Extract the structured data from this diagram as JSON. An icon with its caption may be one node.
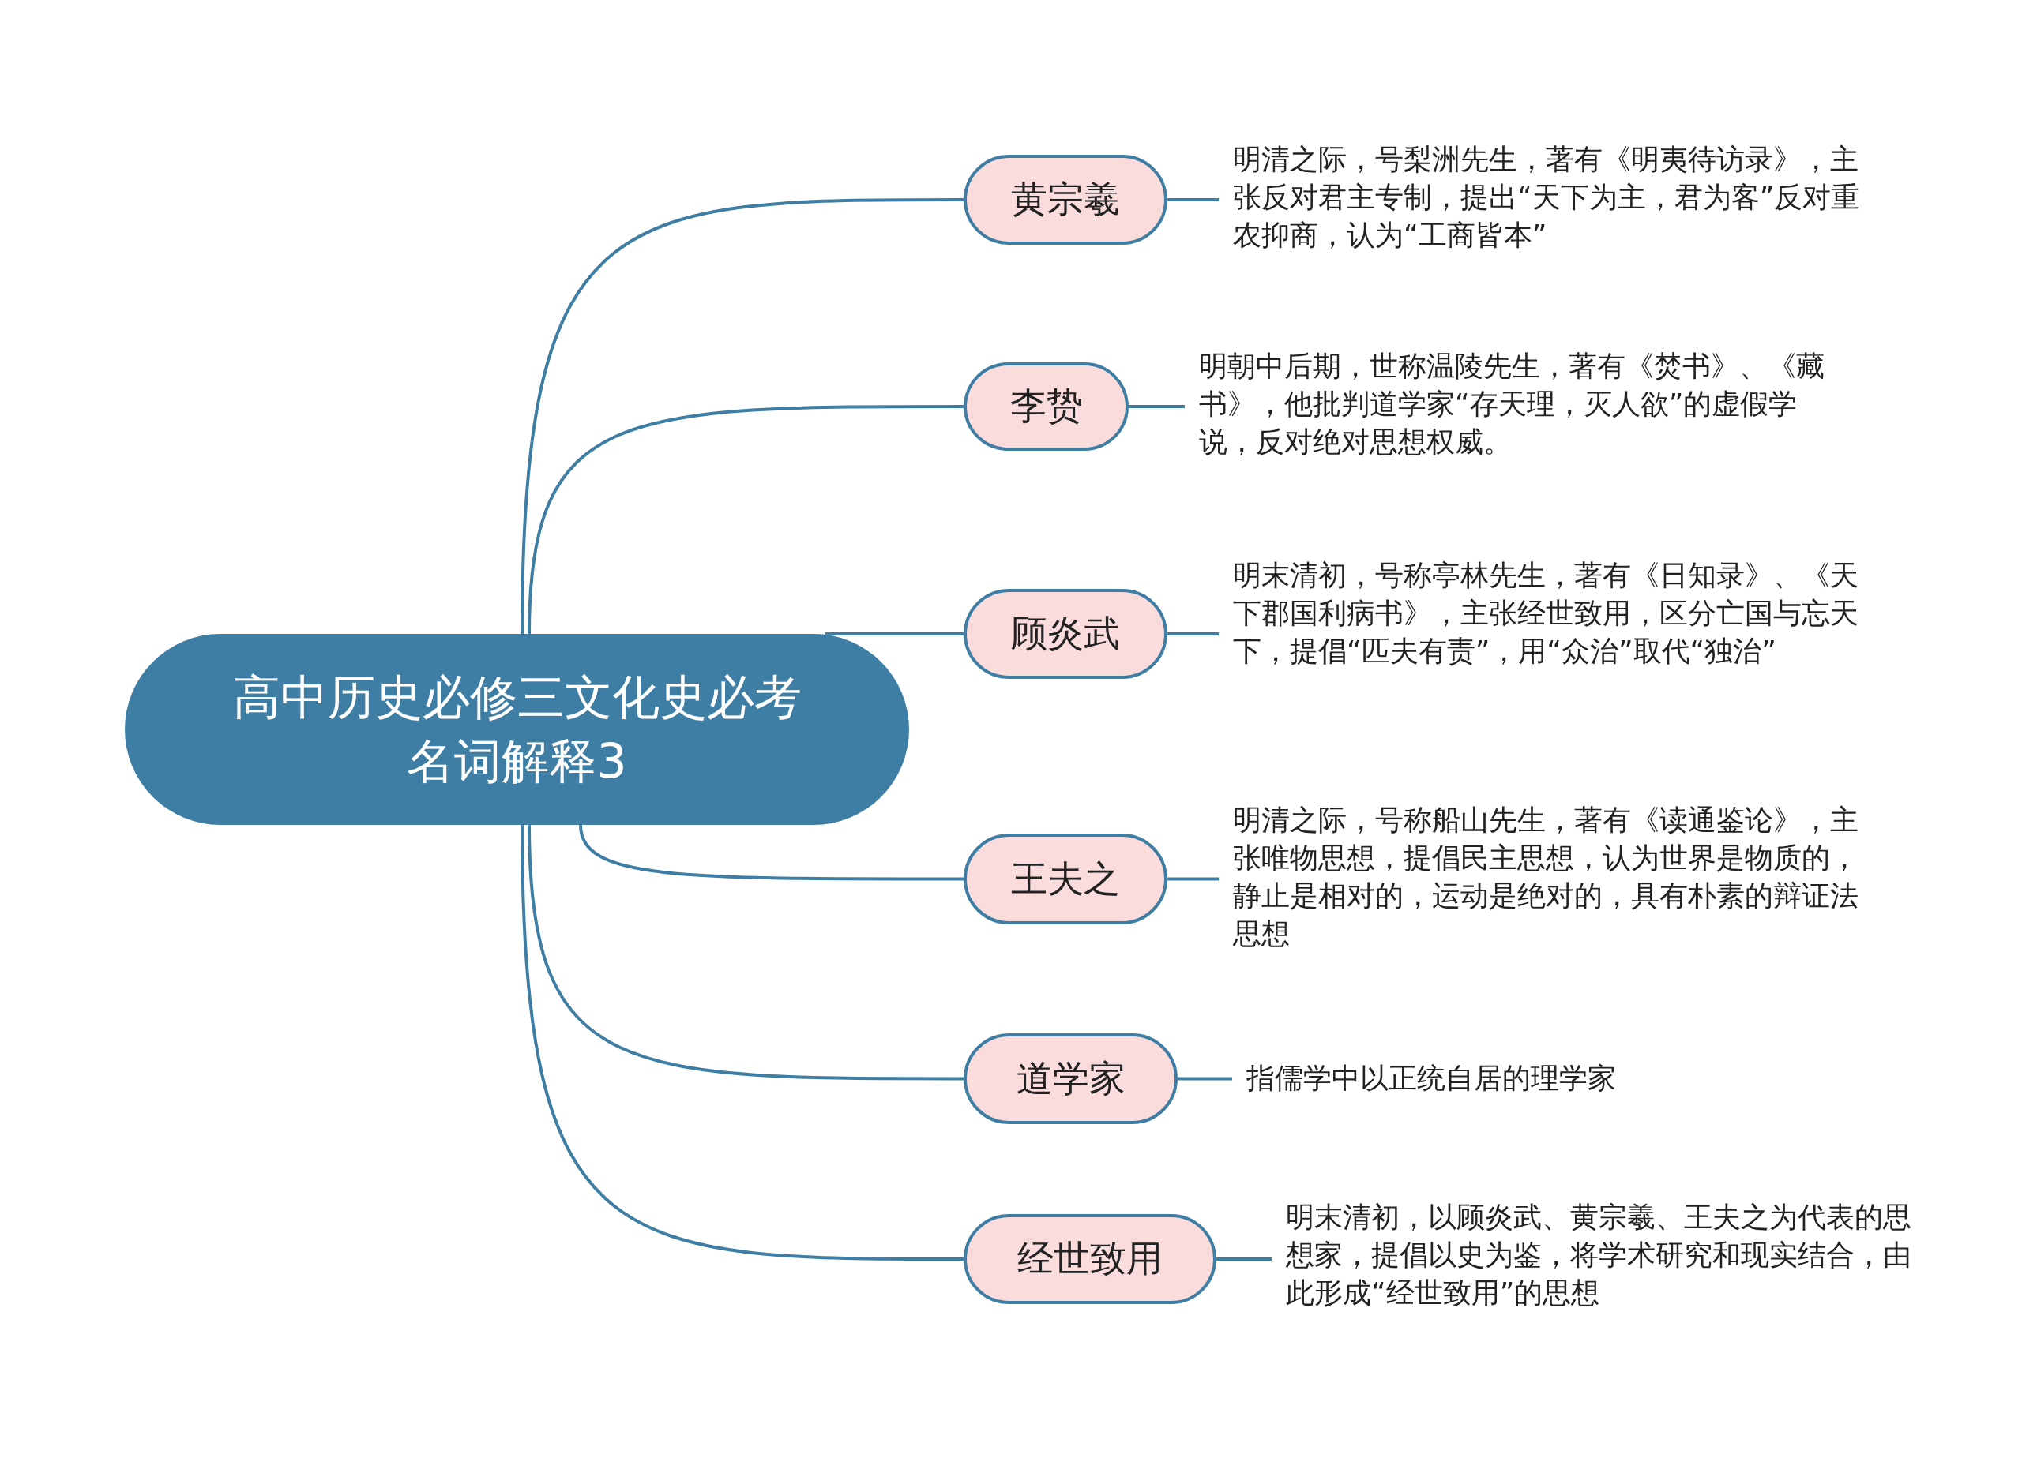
{
  "diagram": {
    "nodes": [
      {
        "text": [
          "高中历史必修三文化史必考名词解释3"
        ]
      },
      {
        "text": [
          "黄宗羲"
        ]
      },
      {
        "text": [
          "明清之际，号梨洲先生，著有《明夷待访录》，主张反对君主专制，提出“天下为主，君为客”反对重农抑商，认为“工商皆本”"
        ]
      },
      {
        "text": [
          "李贽"
        ]
      },
      {
        "text": [
          "明朝中后期，世称温陵先生，著有《焚书》、《藏书》，他批判道学家“存天理，灭人欲”的虚假学说，反对绝对思想权威。"
        ]
      },
      {
        "text": [
          "顾炎武"
        ]
      },
      {
        "text": [
          "明末清初，号称亭林先生，著有《日知录》、《天下郡国利病书》，主张经世致用，区分亡国与忘天下，提倡“匹夫有责”，用“众治”取代“独治”"
        ]
      },
      {
        "text": [
          "王夫之"
        ]
      },
      {
        "text": [
          "明清之际，号称船山先生，著有《读通鉴论》，主张唯物思想，提倡民主思想，认为世界是物质的，静止是相对的，运动是绝对的，具有朴素的辩证法思想"
        ]
      },
      {
        "text": [
          "道学家"
        ]
      },
      {
        "text": [
          "指儒学中以正统自居的理学家"
        ]
      },
      {
        "text": [
          "经世致用"
        ]
      },
      {
        "text": [
          "明末清初，以顾炎武、黄宗羲、王夫之为代表的思想家，提倡以史为鉴，将学术研究和现实结合，由此形成“经世致用”的思想"
        ]
      }
    ],
    "edges": [
      {
        "from": 0,
        "to": 1,
        "arrow": "none"
      },
      {
        "from": 1,
        "to": 2,
        "arrow": "none"
      },
      {
        "from": 0,
        "to": 3,
        "arrow": "none"
      },
      {
        "from": 3,
        "to": 4,
        "arrow": "none"
      },
      {
        "from": 0,
        "to": 5,
        "arrow": "none"
      },
      {
        "from": 5,
        "to": 6,
        "arrow": "none"
      },
      {
        "from": 0,
        "to": 7,
        "arrow": "none"
      },
      {
        "from": 7,
        "to": 8,
        "arrow": "none"
      },
      {
        "from": 0,
        "to": 9,
        "arrow": "none"
      },
      {
        "from": 9,
        "to": 10,
        "arrow": "none"
      },
      {
        "from": 0,
        "to": 11,
        "arrow": "none"
      },
      {
        "from": 11,
        "to": 12,
        "arrow": "none"
      }
    ]
  }
}
